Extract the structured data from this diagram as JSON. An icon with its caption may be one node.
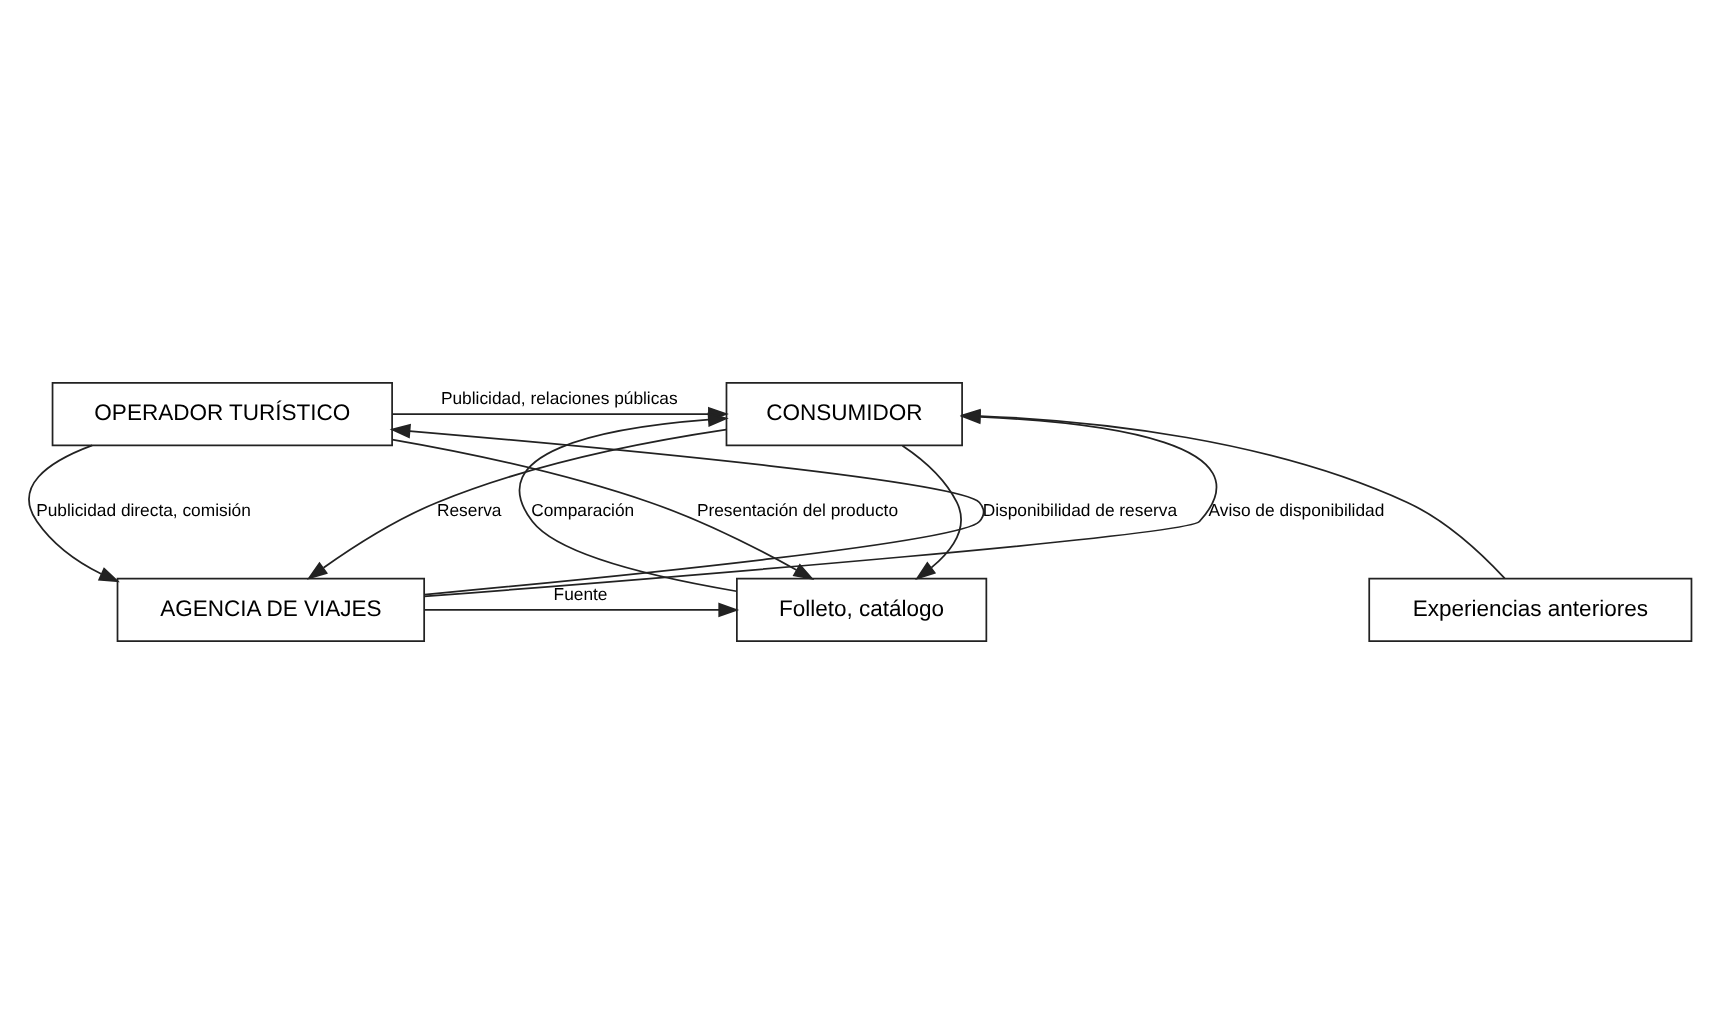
{
  "diagram": {
    "nodes": [
      {
        "text": [
          "OPERADOR TURÍSTICO"
        ]
      },
      {
        "text": [
          "CONSUMIDOR"
        ]
      },
      {
        "text": [
          "Folleto, catálogo"
        ]
      },
      {
        "text": [
          "Experiencias anteriores"
        ]
      },
      {
        "text": [
          "AGENCIA DE VIAJES"
        ]
      }
    ],
    "edges": [
      {
        "from": 0,
        "to": 1,
        "arrow": "to",
        "label": "Publicidad, relaciones públicas"
      },
      {
        "from": 0,
        "to": 2,
        "arrow": "to",
        "label": "Presentación del producto"
      },
      {
        "from": 2,
        "to": 1,
        "arrow": "to",
        "label": "Comparación"
      },
      {
        "from": 1,
        "to": 2,
        "arrow": "to"
      },
      {
        "from": 3,
        "to": 1,
        "arrow": "to"
      },
      {
        "from": 4,
        "to": 0,
        "arrow": "to",
        "label": "Disponibilidad de reserva"
      },
      {
        "from": 0,
        "to": 4,
        "arrow": "to",
        "label": "Publicidad directa, comisión"
      },
      {
        "from": 4,
        "to": 2,
        "arrow": "to",
        "label": "Fuente"
      },
      {
        "from": 4,
        "to": 1,
        "arrow": "to",
        "label": "Aviso de disponibilidad"
      },
      {
        "from": 1,
        "to": 4,
        "arrow": "to",
        "label": "Reserva"
      }
    ]
  }
}
